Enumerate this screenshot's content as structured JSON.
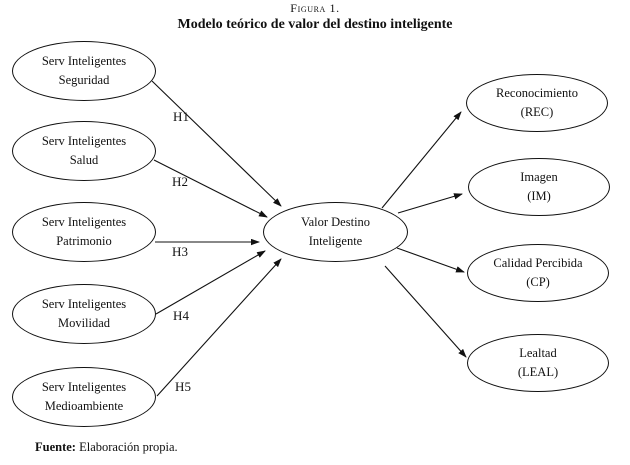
{
  "figure": {
    "label": "Figura 1.",
    "title": "Modelo teórico de valor del destino inteligente"
  },
  "nodes": {
    "left": [
      {
        "line1": "Serv Inteligentes",
        "line2": "Seguridad"
      },
      {
        "line1": "Serv Inteligentes",
        "line2": "Salud"
      },
      {
        "line1": "Serv Inteligentes",
        "line2": "Patrimonio"
      },
      {
        "line1": "Serv Inteligentes",
        "line2": "Movilidad"
      },
      {
        "line1": "Serv Inteligentes",
        "line2": "Medioambiente"
      }
    ],
    "center": {
      "line1": "Valor Destino",
      "line2": "Inteligente"
    },
    "right": [
      {
        "line1": "Reconocimiento",
        "line2": "(REC)"
      },
      {
        "line1": "Imagen",
        "line2": "(IM)"
      },
      {
        "line1": "Calidad Percibida",
        "line2": "(CP)"
      },
      {
        "line1": "Lealtad",
        "line2": "(LEAL)"
      }
    ]
  },
  "hypotheses": [
    "H1",
    "H2",
    "H3",
    "H4",
    "H5"
  ],
  "source": {
    "label": "Fuente:",
    "text": " Elaboración propia."
  },
  "colors": {
    "stroke": "#111111",
    "background": "#ffffff",
    "text": "#111111"
  }
}
